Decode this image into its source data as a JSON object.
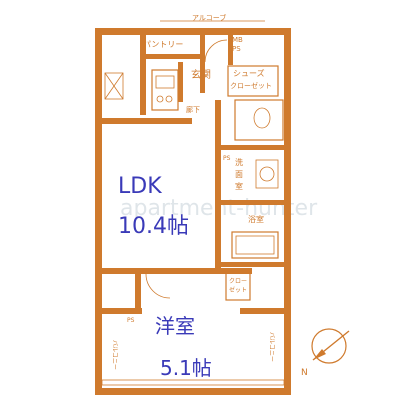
{
  "labels": {
    "alcove": "アルコーブ",
    "pantry": "パントリー",
    "mb_ps_1": "MB",
    "mb_ps_2": "PS",
    "genkan": "玄関",
    "shoes_closet_1": "シューズ",
    "shoes_closet_2": "クローゼット",
    "rouka": "廊下",
    "washroom_1": "洗",
    "washroom_2": "面",
    "washroom_3": "室",
    "ps_small": "PS",
    "bathroom": "浴室",
    "closet_1": "クロー",
    "closet_2": "ゼット",
    "balcony_left": "バルコニー",
    "balcony_right": "バルコニー",
    "ps_bottom": "PS",
    "ldk_name": "LDK",
    "ldk_size": "10.4帖",
    "youshitsu_name": "洋室",
    "youshitsu_size": "5.1帖",
    "watermark": "apartment-hunter"
  },
  "compass": {
    "label": "N"
  },
  "colors": {
    "wall": "#cf7a2d",
    "room_text": "#3a3ab8"
  }
}
